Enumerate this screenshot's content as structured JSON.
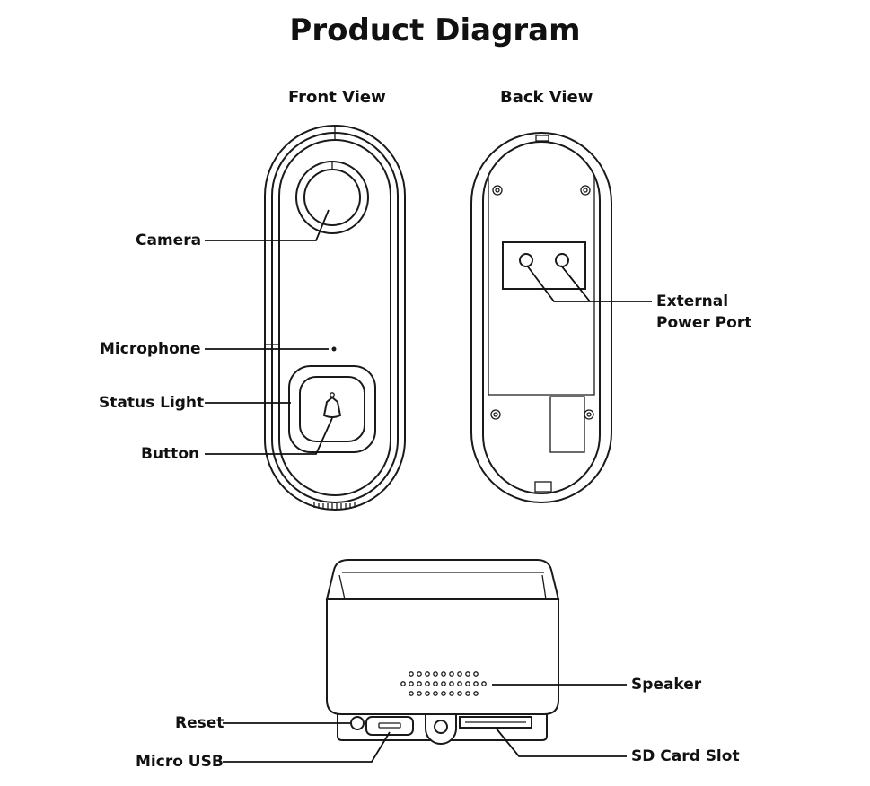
{
  "title": "Product Diagram",
  "views": {
    "front": "Front View",
    "back": "Back View"
  },
  "labels": {
    "camera": "Camera",
    "microphone": "Microphone",
    "status_light": "Status Light",
    "button": "Button",
    "external_power_port_line1": "External",
    "external_power_port_line2": "Power Port",
    "speaker": "Speaker",
    "reset": "Reset",
    "micro_usb": "Micro USB",
    "sd_card_slot": "SD Card Slot"
  }
}
